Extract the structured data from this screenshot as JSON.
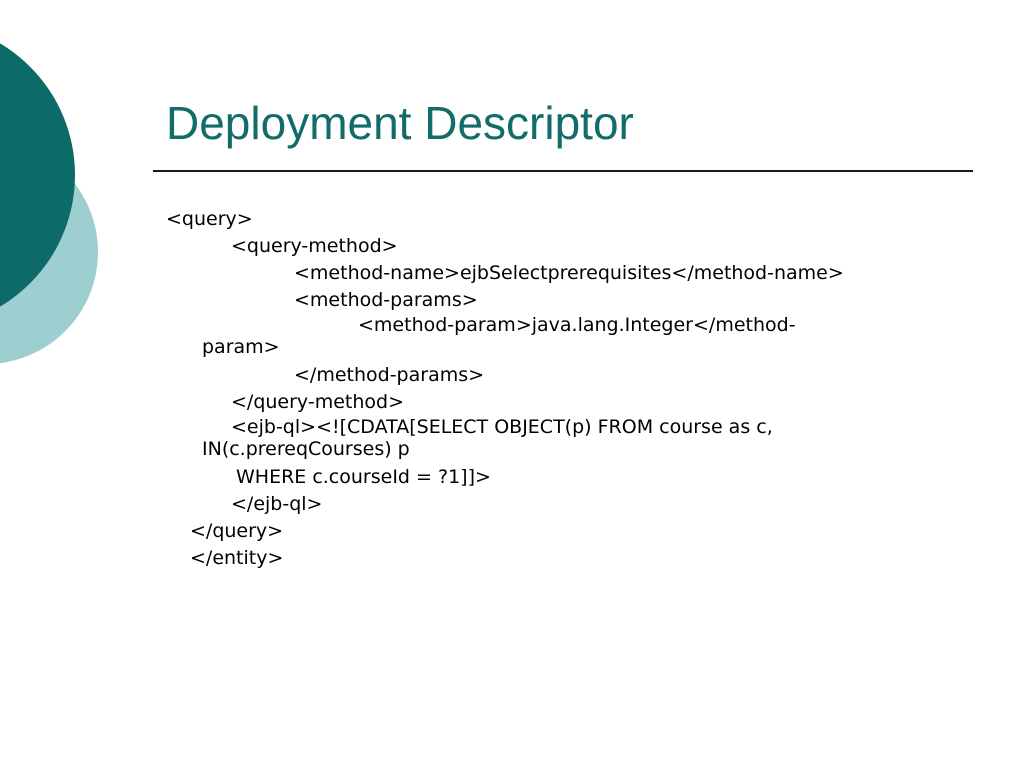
{
  "colors": {
    "dark_teal": "#0c6b69",
    "light_teal": "#9ecfd0",
    "title": "#126c6a"
  },
  "slide": {
    "title": "Deployment Descriptor",
    "lines": [
      "<query>",
      "<query-method>",
      "<method-name>ejbSelectprerequisites</method-name>",
      "<method-params>",
      "<method-param>java.lang.Integer</method-",
      "param>",
      "</method-params>",
      "</query-method>",
      "<ejb-ql><![CDATA[SELECT OBJECT(p) FROM course as c,",
      "IN(c.prereqCourses) p",
      "WHERE c.courseId = ?1]]>",
      "</ejb-ql>",
      "</query>",
      "</entity>"
    ]
  }
}
